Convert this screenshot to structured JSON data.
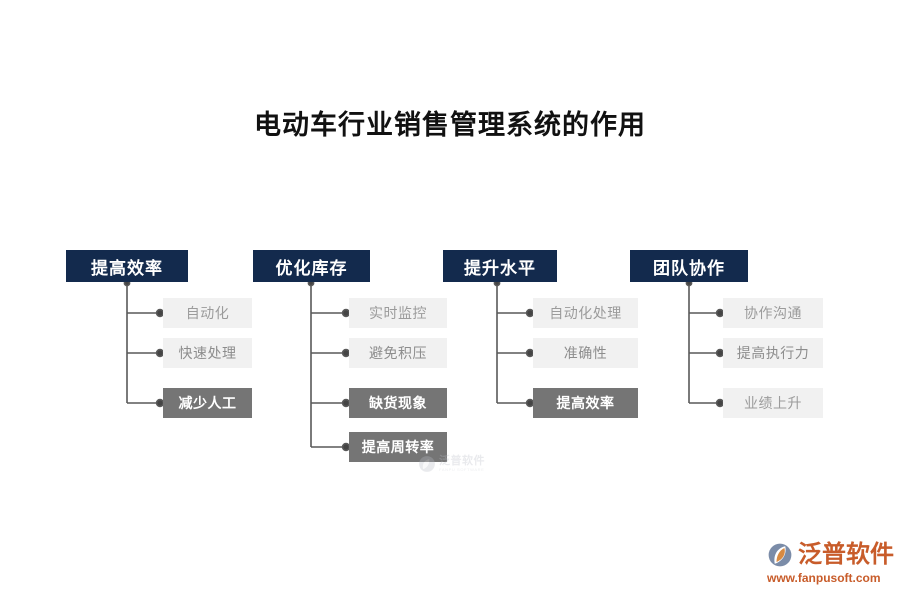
{
  "title": "电动车行业销售管理系统的作用",
  "colors": {
    "header_bg": "#132a4d",
    "header_text": "#ffffff",
    "item_light_bg": "#f1f1f1",
    "item_light_text": "#9b9b9b",
    "item_dark_bg": "#757575",
    "item_dark_text": "#ffffff",
    "connector": "#595959",
    "brand_orange": "#c85c2a",
    "page_bg": "#ffffff"
  },
  "diagram": {
    "type": "tree",
    "columns": [
      {
        "header": "提高效率",
        "items": [
          {
            "label": "自动化",
            "style": "light"
          },
          {
            "label": "快速处理",
            "style": "light"
          },
          {
            "label": "减少人工",
            "style": "dark"
          }
        ]
      },
      {
        "header": "优化库存",
        "items": [
          {
            "label": "实时监控",
            "style": "light"
          },
          {
            "label": "避免积压",
            "style": "light"
          },
          {
            "label": "缺货现象",
            "style": "dark"
          },
          {
            "label": "提高周转率",
            "style": "dark"
          }
        ]
      },
      {
        "header": "提升水平",
        "items": [
          {
            "label": "自动化处理",
            "style": "light"
          },
          {
            "label": "准确性",
            "style": "light"
          },
          {
            "label": "提高效率",
            "style": "dark"
          }
        ]
      },
      {
        "header": "团队协作",
        "items": [
          {
            "label": "协作沟通",
            "style": "light"
          },
          {
            "label": "提高执行力",
            "style": "light"
          },
          {
            "label": "业绩上升",
            "style": "light"
          }
        ]
      }
    ]
  },
  "watermark": {
    "cn": "泛普软件",
    "en": "FANPU SOFTWARE"
  },
  "brand": {
    "name": "泛普软件",
    "url": "www.fanpusoft.com",
    "logo_icon": "fanpu-swoosh-logo"
  }
}
